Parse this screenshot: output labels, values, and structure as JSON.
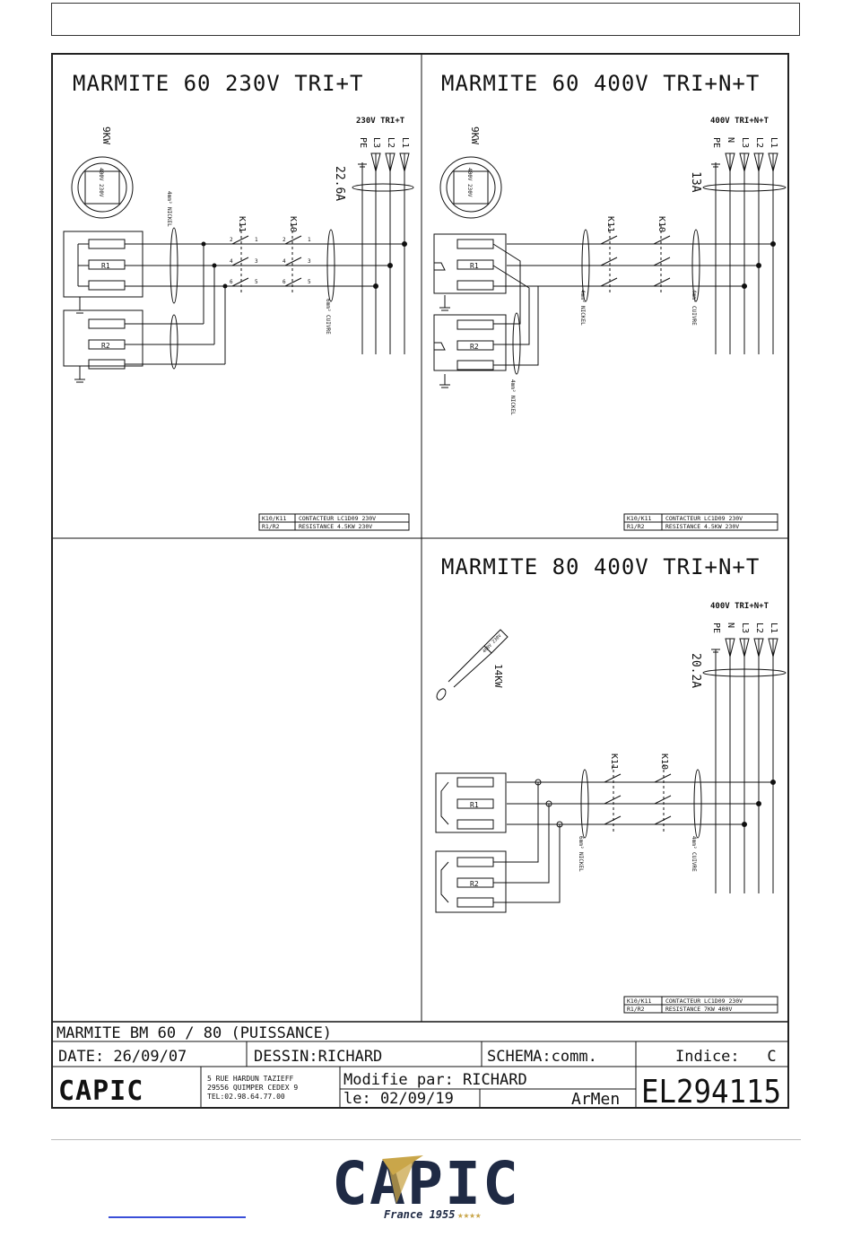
{
  "panels": [
    {
      "title": "MARMITE 60 230V TRI+T",
      "supply": "230V TRI+T",
      "phases": [
        "PE",
        "L3",
        "L2",
        "L1"
      ],
      "current": "22.6A",
      "pot_label": "9KW",
      "pot_inner": "400V 230V",
      "cable_left": "4mm² NICKEL",
      "cable_right": "6mm² CUIVRE",
      "k_left": "K11",
      "k_right": "K10",
      "r1": "R1",
      "r2": "R2",
      "legend": [
        [
          "K10/K11",
          "CONTACTEUR LC1D09 230V"
        ],
        [
          "R1/R2",
          "RESISTANCE 4.5KW 230V"
        ]
      ]
    },
    {
      "title": "MARMITE 60 400V TRI+N+T",
      "supply": "400V TRI+N+T",
      "phases": [
        "PE",
        "N",
        "L3",
        "L2",
        "L1"
      ],
      "current": "13A",
      "pot_label": "9KW",
      "pot_inner": "400V 230V",
      "cable_left": "4mm² NICKEL",
      "cable_right": "4mm² CUIVRE",
      "cable_bottom": "4mm² NICKEL",
      "k_left": "K11",
      "k_right": "K10",
      "r1": "R1",
      "r2": "R2",
      "legend": [
        [
          "K10/K11",
          "CONTACTEUR LC1D09 230V"
        ],
        [
          "R1/R2",
          "RESISTANCE 4.5KW 230V"
        ]
      ]
    },
    {
      "title": "MARMITE 80 400V TRI+N+T",
      "supply": "400V TRI+N+T",
      "phases": [
        "PE",
        "N",
        "L3",
        "L2",
        "L1"
      ],
      "current": "20.2A",
      "pot_label": "14KW",
      "pot_inner": "400V 230V",
      "cable_left": "6mm² NICKEL",
      "cable_right": "4mm² CUIVRE",
      "k_left": "K11",
      "k_right": "K10",
      "r1": "R1",
      "r2": "R2",
      "legend": [
        [
          "K10/K11",
          "CONTACTEUR LC1D09 230V"
        ],
        [
          "R1/R2",
          "RESISTANCE 7KW 400V"
        ]
      ]
    }
  ],
  "contact_numbers": {
    "left": [
      "2",
      "4",
      "6"
    ],
    "right": [
      "1",
      "3",
      "5"
    ]
  },
  "title_block": {
    "drawing_title": "MARMITE BM 60 / 80   (PUISSANCE)",
    "date": "DATE: 26/09/07",
    "drawn_by": "DESSIN:RICHARD",
    "schema": "SCHEMA:comm.",
    "index": "Indice:   C",
    "company_logo": "CAPIC",
    "address_line1": "5 RUE HARDUN TAZIEFF",
    "address_line2": "29556 QUIMPER CEDEX 9",
    "phone": "TEL:02.98.64.77.00",
    "modified_by": "Modifie par: RICHARD",
    "modified_date": "le: 02/09/19",
    "software": "ArMen",
    "drawing_number": "EL294115"
  },
  "footer": {
    "logo_text": "CAPIC",
    "tagline": "France 1955",
    "stars": "★★★★"
  },
  "colors": {
    "ink": "#111111",
    "logo_navy": "#1f2a44",
    "logo_gold": "#c9a64a",
    "link_blue": "#3a4fd8"
  }
}
